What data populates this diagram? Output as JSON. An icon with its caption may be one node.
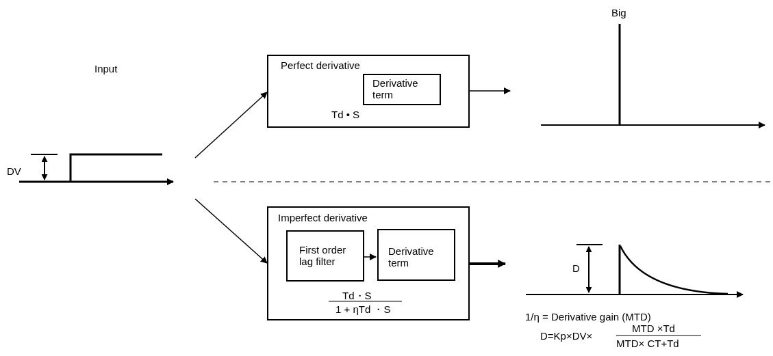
{
  "diagram": {
    "nodes": [
      {
        "text": [
          "Perfect derivative",
          "Td • S"
        ]
      },
      {
        "text": [
          "Derivative term"
        ],
        "in": 0
      },
      {
        "text": [
          "Imperfect derivative",
          "Td・S",
          "1 + ηTd ・S"
        ]
      },
      {
        "text": [
          "First order lag filter"
        ],
        "in": 2
      },
      {
        "text": [
          "Derivative term"
        ],
        "in": 2
      }
    ],
    "edges": [
      {
        "from": null,
        "to": 0,
        "arrow": "to"
      },
      {
        "from": null,
        "to": 2,
        "arrow": "to"
      },
      {
        "from": 0,
        "to": null,
        "arrow": "to"
      },
      {
        "from": 2,
        "to": null,
        "arrow": "to",
        "style": "thick"
      },
      {
        "from": 3,
        "to": 4,
        "arrow": "to"
      }
    ],
    "labels": [
      "Input",
      "DV",
      "Big",
      "D",
      "1/η = Derivative gain (MTD)",
      "D=Kp×DV×",
      "MTD ×Td",
      "MTD× CT+Td"
    ]
  }
}
